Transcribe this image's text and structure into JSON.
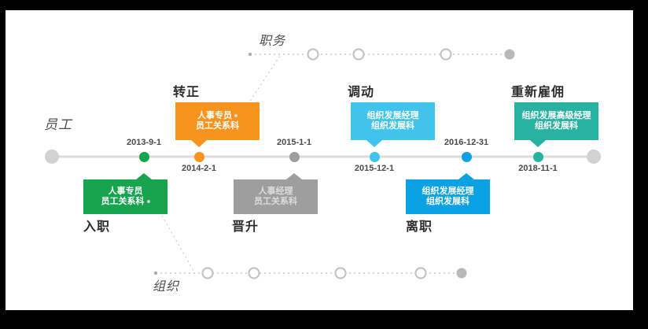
{
  "panel": {
    "background": "#ffffff",
    "canvas_background": "#000000"
  },
  "tracks": {
    "employee": {
      "label": "员工"
    },
    "position": {
      "label": "职务"
    },
    "organization": {
      "label": "组织"
    }
  },
  "axis": {
    "color": "#dcdcdc",
    "endpoint_color": "#d2d2d2"
  },
  "aux_track_colors": {
    "dotted_line": "#c9c9c9",
    "hollow_node_stroke": "#c4c4c4",
    "filled_node": "#b9b9b9"
  },
  "events": [
    {
      "key": "onboard",
      "name": "入职",
      "date": "2013-9-1",
      "side": "below",
      "color": "#16a54e",
      "text_color": "#ffffff",
      "title": "人事专员",
      "department": "员工关系科"
    },
    {
      "key": "confirmation",
      "name": "转正",
      "date": "2014-2-1",
      "side": "above",
      "color": "#f7941e",
      "text_color": "#ffffff",
      "title": "人事专员",
      "department": "员工关系科"
    },
    {
      "key": "promotion",
      "name": "晋升",
      "date": "2015-1-1",
      "side": "below",
      "color": "#9e9e9e",
      "text_color": "#dcdcdc",
      "title": "人事经理",
      "department": "员工关系科"
    },
    {
      "key": "transfer",
      "name": "调动",
      "date": "2015-12-1",
      "side": "above",
      "color": "#40c4ee",
      "text_color": "#ffffff",
      "title": "组织发展经理",
      "department": "组织发展科"
    },
    {
      "key": "resignation",
      "name": "离职",
      "date": "2016-12-31",
      "side": "below",
      "color": "#0aa2e2",
      "text_color": "#ffffff",
      "title": "组织发展经理",
      "department": "组织发展科"
    },
    {
      "key": "rehire",
      "name": "重新雇佣",
      "date": "2018-11-1",
      "side": "above",
      "color": "#28b2a2",
      "text_color": "#ffffff",
      "title": "组织发展高级经理",
      "department": "组织发展科"
    }
  ]
}
